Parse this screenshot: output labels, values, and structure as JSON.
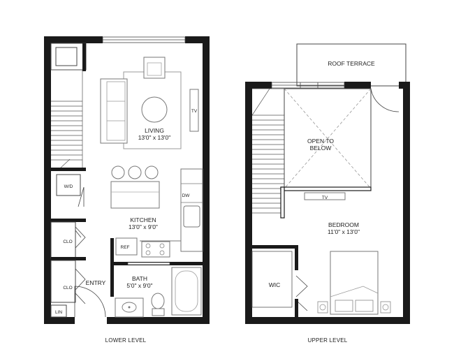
{
  "colors": {
    "wall": "#1a1a1a",
    "line": "#444444",
    "fixture": "#9a9a9a",
    "background": "#ffffff"
  },
  "lower_level": {
    "title": "LOWER LEVEL",
    "living": {
      "name": "LIVING",
      "size": "13'0\" x 13'0\"",
      "tv": "TV"
    },
    "kitchen": {
      "name": "KITCHEN",
      "size": "13'0\" x 9'0\"",
      "dishwasher": "DW",
      "fridge": "REF"
    },
    "bath": {
      "name": "BATH",
      "size": "5'0\" x 9'0\""
    },
    "laundry": "W/D",
    "closet_upper": "CLO",
    "closet_lower": "CLO",
    "linen": "LIN",
    "entry": "ENTRY"
  },
  "upper_level": {
    "title": "UPPER LEVEL",
    "roof_terrace": "ROOF TERRACE",
    "open_to_below_line1": "OPEN TO",
    "open_to_below_line2": "BELOW",
    "tv": "TV",
    "bedroom": {
      "name": "BEDROOM",
      "size": "11'0\" x 13'0\""
    },
    "wic": "WIC"
  }
}
